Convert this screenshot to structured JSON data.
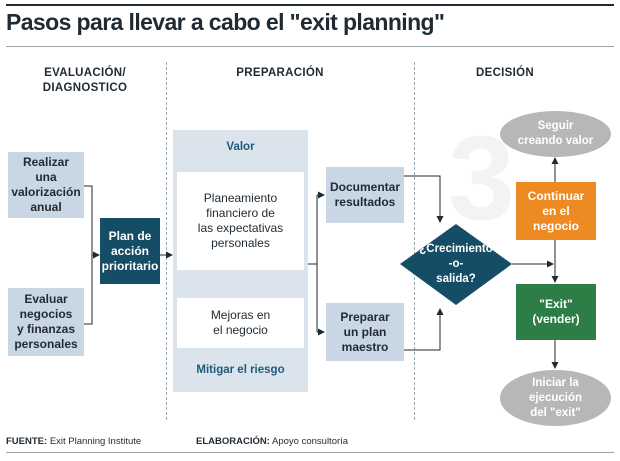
{
  "title": "Pasos para llevar a cabo el \"exit planning\"",
  "columns": {
    "evaluacion": "EVALUACIÓN/\nDIAGNOSTICO",
    "preparacion": "PREPARACIÓN",
    "decision": "DECISIÓN"
  },
  "evaluacion": {
    "box1": "Realizar\nuna\nvalorización\nanual",
    "box2": "Evaluar\nnegocios\ny finanzas\npersonales",
    "plan": "Plan de\nacción\nprioritario"
  },
  "preparacion": {
    "valor": "Valor",
    "planeamiento": "Planeamiento\nfinanciero de\nlas expectativas\npersonales",
    "mejoras": "Mejoras en\nel negocio",
    "mitigar": "Mitigar el riesgo",
    "documentar": "Documentar\nresultados",
    "preparar": "Preparar\nun plan\nmaestro"
  },
  "decision": {
    "diamond": "¿Crecimiento\n-o-\nsalida?",
    "seguir": "Seguir\ncreando valor",
    "continuar": "Continuar\nen el\nnegocio",
    "exit": "\"Exit\"\n(vender)",
    "iniciar": "Iniciar la\nejecución\ndel \"exit\""
  },
  "watermark": "3",
  "footer": {
    "fuente_label": "FUENTE:",
    "fuente_value": "Exit Planning Institute",
    "elaboracion_label": "ELABORACIÓN:",
    "elaboracion_value": "Apoyo consultoría"
  },
  "colors": {
    "navy": "#154c66",
    "light_blue": "#c9d6e3",
    "panel": "#dbe4ec",
    "orange": "#ee8a22",
    "green": "#2c7d46",
    "gray_oval": "#b7b7b7"
  }
}
